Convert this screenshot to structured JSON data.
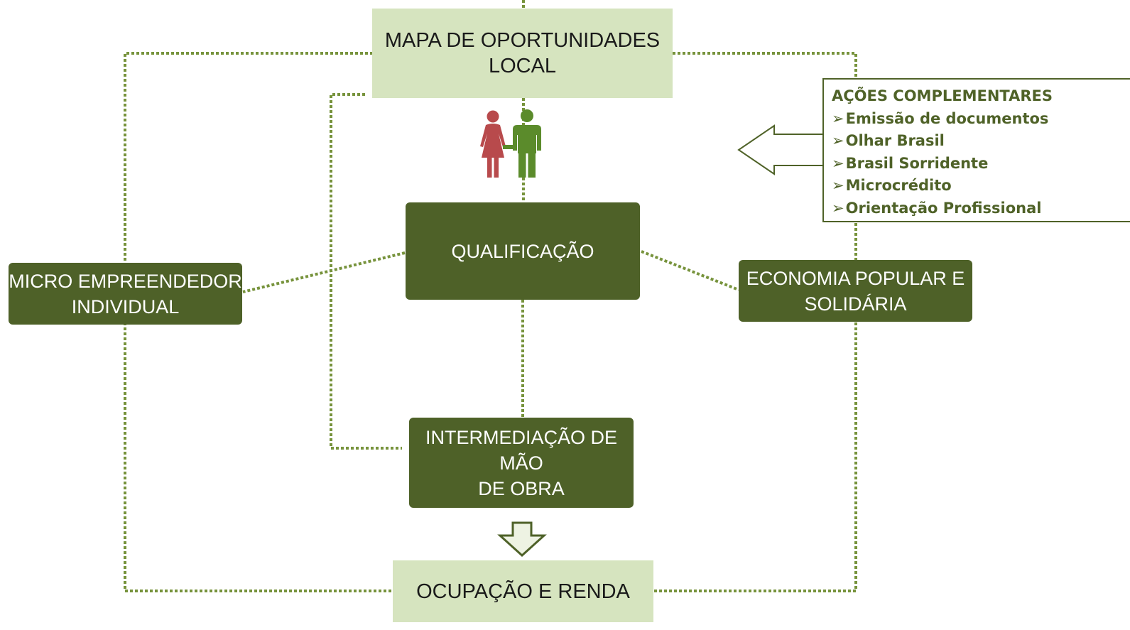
{
  "colors": {
    "light_box": "#d6e4bf",
    "dark_box": "#4e6128",
    "connector": "#77933c",
    "callout_text": "#4f6228",
    "woman_icon": "#b84a4c",
    "man_icon": "#5b8b2b"
  },
  "nodes": {
    "mapa": {
      "line1": "MAPA DE OPORTUNIDADES",
      "line2": "LOCAL"
    },
    "qualificacao": {
      "label": "QUALIFICAÇÃO"
    },
    "micro": {
      "line1": "MICRO EMPREENDEDOR",
      "line2": "INDIVIDUAL"
    },
    "economia": {
      "line1": "ECONOMIA POPULAR E",
      "line2": "SOLIDÁRIA"
    },
    "intermediacao": {
      "line1": "INTERMEDIAÇÃO DE MÃO",
      "line2": "DE OBRA"
    },
    "ocupacao": {
      "label": "OCUPAÇÃO E RENDA"
    }
  },
  "callout": {
    "title": "AÇÕES COMPLEMENTARES",
    "items": [
      "Emissão de documentos",
      "Olhar Brasil",
      "Brasil Sorridente",
      "Microcrédito",
      "Orientação Profissional"
    ]
  },
  "icons": {
    "people": "couple-icon",
    "arrow_left": "arrow-left-icon",
    "arrow_down": "arrow-down-icon"
  }
}
